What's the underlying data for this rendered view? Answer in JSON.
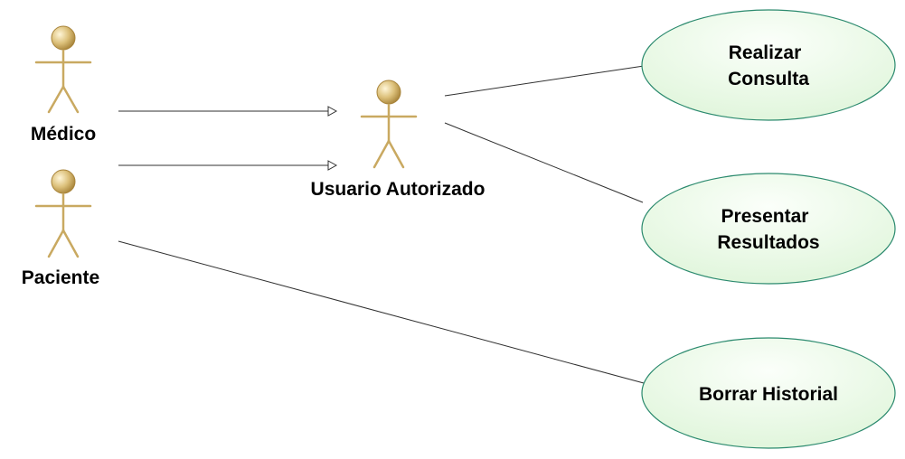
{
  "actors": {
    "medico": "Médico",
    "paciente": "Paciente",
    "usuario": "Usuario Autorizado"
  },
  "use_cases": {
    "realizar": [
      "Realizar",
      "Consulta"
    ],
    "presentar": [
      "Presentar",
      "Resultados"
    ],
    "borrar": [
      "Borrar Historial"
    ]
  },
  "colors": {
    "actor_stroke": "#c9a961",
    "use_case_fill": "#e6f8e2",
    "use_case_stroke": "#2b8a6e"
  }
}
